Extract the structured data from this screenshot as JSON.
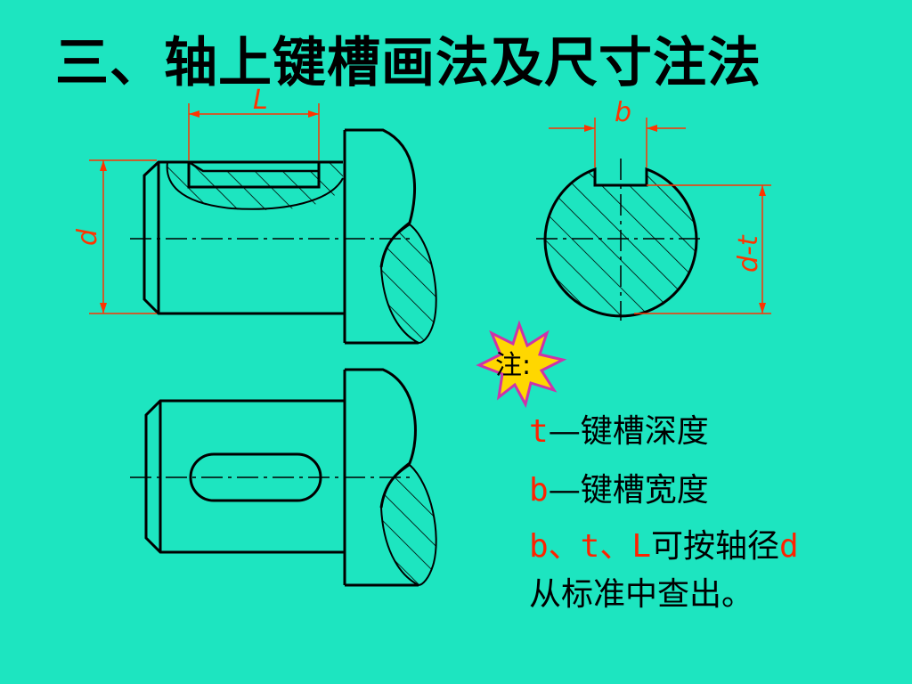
{
  "title": "三、轴上键槽画法及尺寸注法",
  "dimensions": {
    "L": "L",
    "b": "b",
    "d": "d",
    "d_minus_t": "d-t"
  },
  "note": {
    "mark": "注:",
    "line1_symbol": "t",
    "line1_text": "—键槽深度",
    "line2_symbol": "b",
    "line2_text": "—键槽宽度",
    "line3_symbols": "b、t、L",
    "line3_text": "可按轴径",
    "line3_symbol_end": "d",
    "line4_text": "从标准中查出。"
  },
  "colors": {
    "background": "#1de5c0",
    "outline": "#000000",
    "dimension": "#ff3300",
    "starburst": "#ffd700",
    "starburst_edge": "#cc33aa"
  }
}
